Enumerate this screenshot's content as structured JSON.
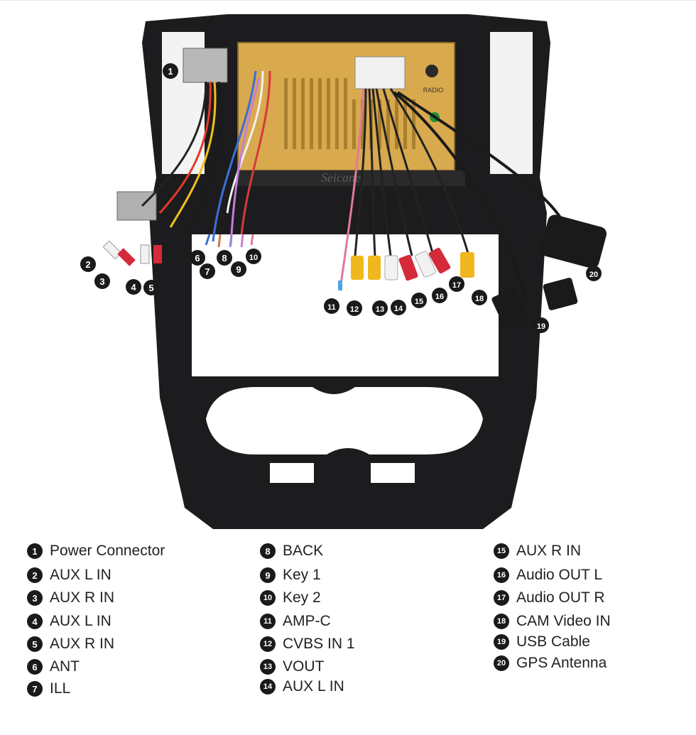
{
  "brand": {
    "watermark": "Seicane"
  },
  "unit_labels": {
    "radio": "RADIO"
  },
  "connectors": [
    {
      "id": "1",
      "label": "Power Connector"
    },
    {
      "id": "2",
      "label": "AUX L IN"
    },
    {
      "id": "3",
      "label": "AUX R IN"
    },
    {
      "id": "4",
      "label": "AUX L IN"
    },
    {
      "id": "5",
      "label": "AUX R IN"
    },
    {
      "id": "6",
      "label": "ANT"
    },
    {
      "id": "7",
      "label": "ILL"
    },
    {
      "id": "8",
      "label": "BACK"
    },
    {
      "id": "9",
      "label": "Key 1"
    },
    {
      "id": "10",
      "label": "Key 2"
    },
    {
      "id": "11",
      "label": "AMP-C"
    },
    {
      "id": "12",
      "label": "CVBS IN 1"
    },
    {
      "id": "13",
      "label": "VOUT"
    },
    {
      "id": "14",
      "label": "AUX L IN"
    },
    {
      "id": "15",
      "label": "AUX R IN"
    },
    {
      "id": "16",
      "label": "Audio OUT L"
    },
    {
      "id": "17",
      "label": "Audio OUT R"
    },
    {
      "id": "18",
      "label": "CAM Video IN"
    },
    {
      "id": "19",
      "label": "USB Cable"
    },
    {
      "id": "20",
      "label": "GPS Antenna"
    }
  ],
  "colors": {
    "frame": "#1c1c1e",
    "unit_board": "#d9a94e",
    "rca_red": "#d42a3a",
    "rca_white": "#f2f2f2",
    "rca_yellow": "#f0b81e",
    "badge": "#1a1a1a"
  }
}
